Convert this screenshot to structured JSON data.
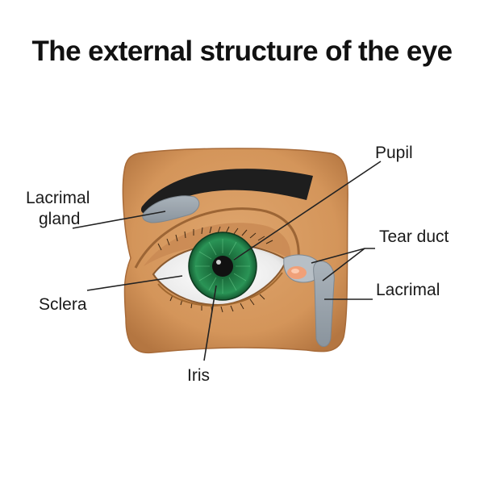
{
  "title": "The external structure of the eye",
  "labels": {
    "lacrimal_gland_line1": "Lacrimal",
    "lacrimal_gland_line2": "gland",
    "pupil": "Pupil",
    "tear_duct": "Tear duct",
    "lacrimal": "Lacrimal",
    "sclera": "Sclera",
    "iris": "Iris"
  },
  "colors": {
    "skin": "#d79a62",
    "skin_dark": "#b77a43",
    "eyebrow": "#1e1e1e",
    "sclera": "#efefef",
    "iris": "#1d7a45",
    "pupil": "#111111",
    "gland": "#9aa4ad",
    "tear_duct_pink": "#f0a078",
    "leader_line": "#222222"
  }
}
